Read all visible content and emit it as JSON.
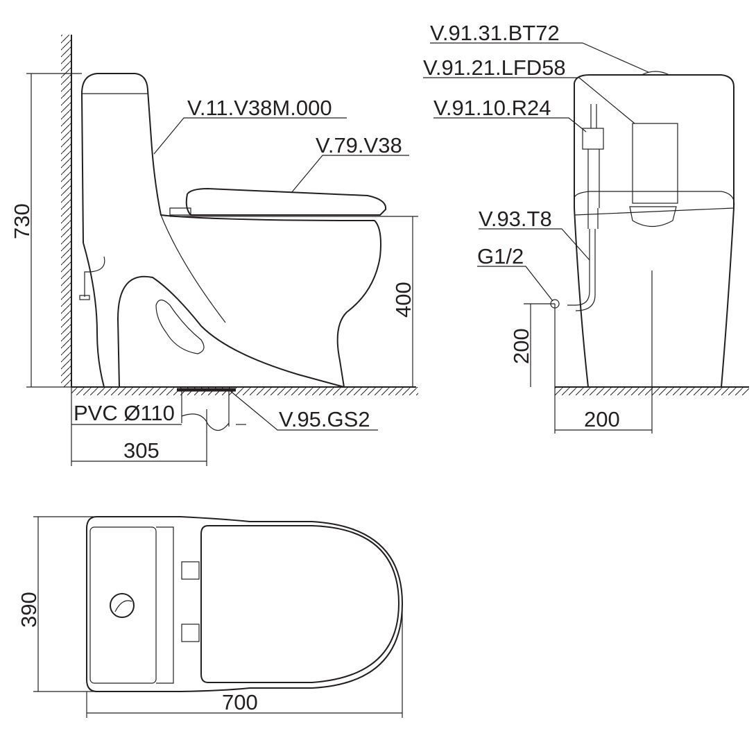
{
  "side_view": {
    "labels": {
      "body": "V.11.V38M.000",
      "seat": "V.79.V38",
      "flange": "V.95.GS2",
      "drain": "PVC Ø110"
    },
    "dimensions": {
      "height": "730",
      "seat_height": "400",
      "rough_in": "305"
    }
  },
  "rear_view": {
    "labels": {
      "button": "V.91.31.BT72",
      "flush_valve": "V.91.21.LFD58",
      "fill_valve": "V.91.10.R24",
      "supply_hose": "V.93.T8",
      "inlet": "G1/2"
    },
    "dimensions": {
      "inlet_height": "200",
      "inlet_offset": "200"
    }
  },
  "top_view": {
    "dimensions": {
      "width": "390",
      "length": "700"
    }
  }
}
